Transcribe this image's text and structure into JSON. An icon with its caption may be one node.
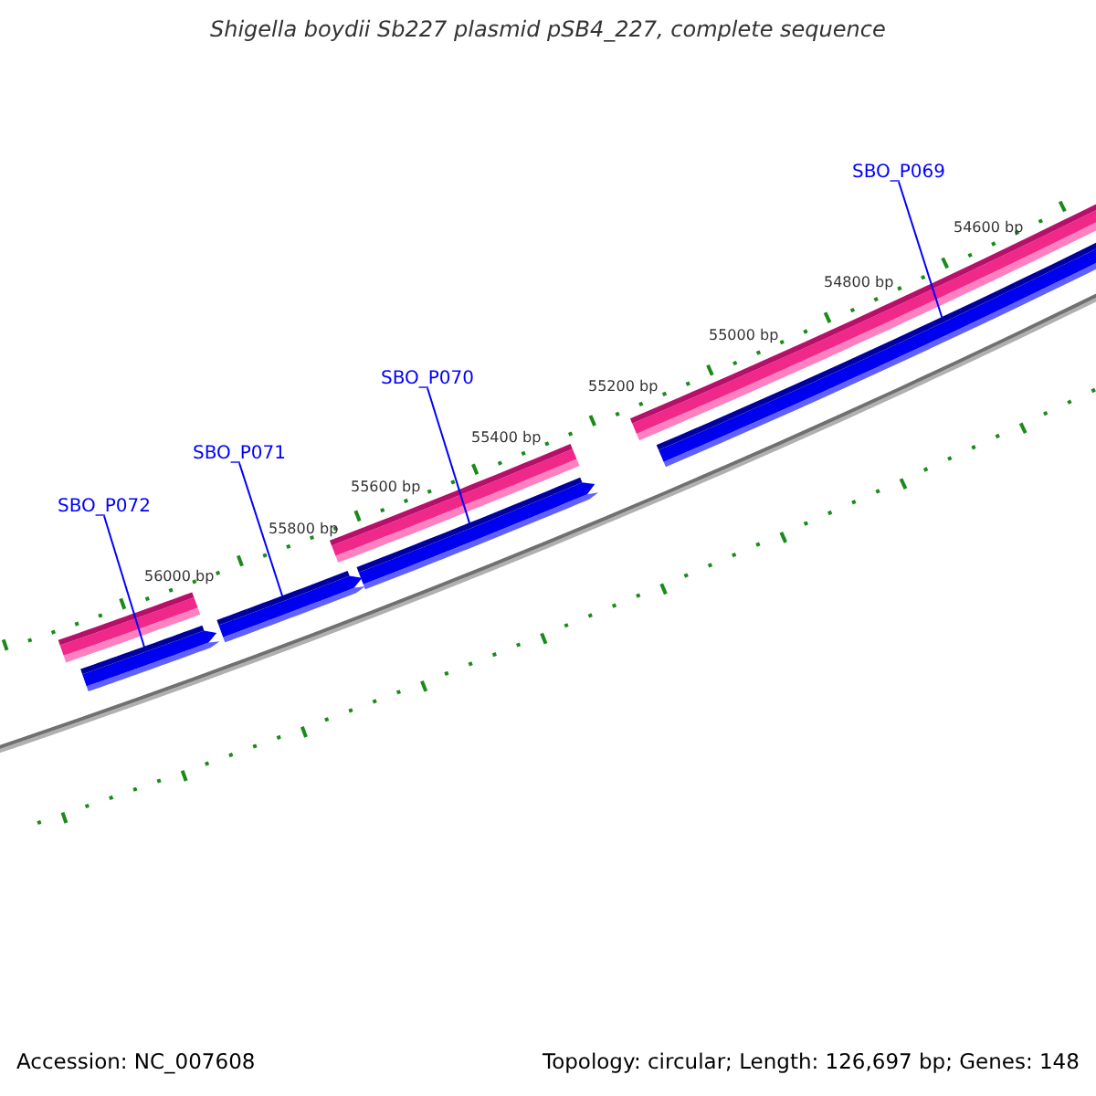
{
  "diagram": {
    "title": "Shigella boydii Sb227 plasmid pSB4_227, complete sequence",
    "nodes": [
      {
        "text": [
          "SBO_P069"
        ]
      },
      {
        "text": [
          "SBO_P070"
        ]
      },
      {
        "text": [
          "SBO_P071"
        ]
      },
      {
        "text": [
          "SBO_P072"
        ]
      },
      {
        "text": [],
        "shape": "arrow"
      },
      {
        "text": [],
        "shape": "arrow"
      },
      {
        "text": [],
        "shape": "arrow"
      },
      {
        "text": [],
        "shape": "arrow"
      }
    ],
    "edges": [
      {
        "from": 0,
        "to": 7,
        "arrow": "none"
      },
      {
        "from": 1,
        "to": 6,
        "arrow": "none"
      },
      {
        "from": 2,
        "to": 5,
        "arrow": "none"
      },
      {
        "from": 3,
        "to": 4,
        "arrow": "none"
      }
    ],
    "labels": [
      "54600 bp",
      "54800 bp",
      "55000 bp",
      "55200 bp",
      "55400 bp",
      "55600 bp",
      "55800 bp",
      "56000 bp",
      "Accession: NC_007608",
      "Topology: circular; Length: 126,697 bp; Genes: 148"
    ]
  }
}
